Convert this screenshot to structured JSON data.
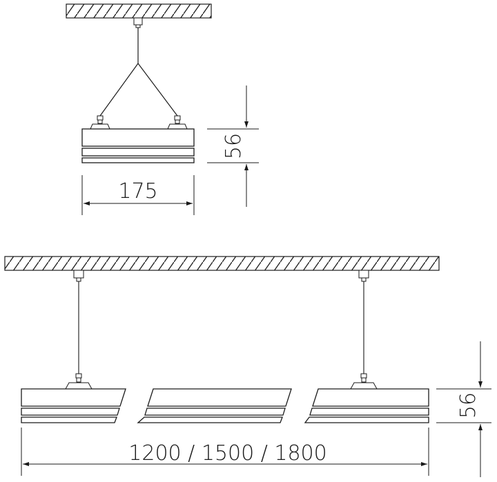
{
  "views": {
    "end_view": {
      "width_label": "175",
      "height_label": "56"
    },
    "side_view": {
      "length_label": "1200 / 1500 / 1800",
      "height_label": "56"
    }
  },
  "colors": {
    "line": "#1a1a1a",
    "background": "#ffffff"
  }
}
